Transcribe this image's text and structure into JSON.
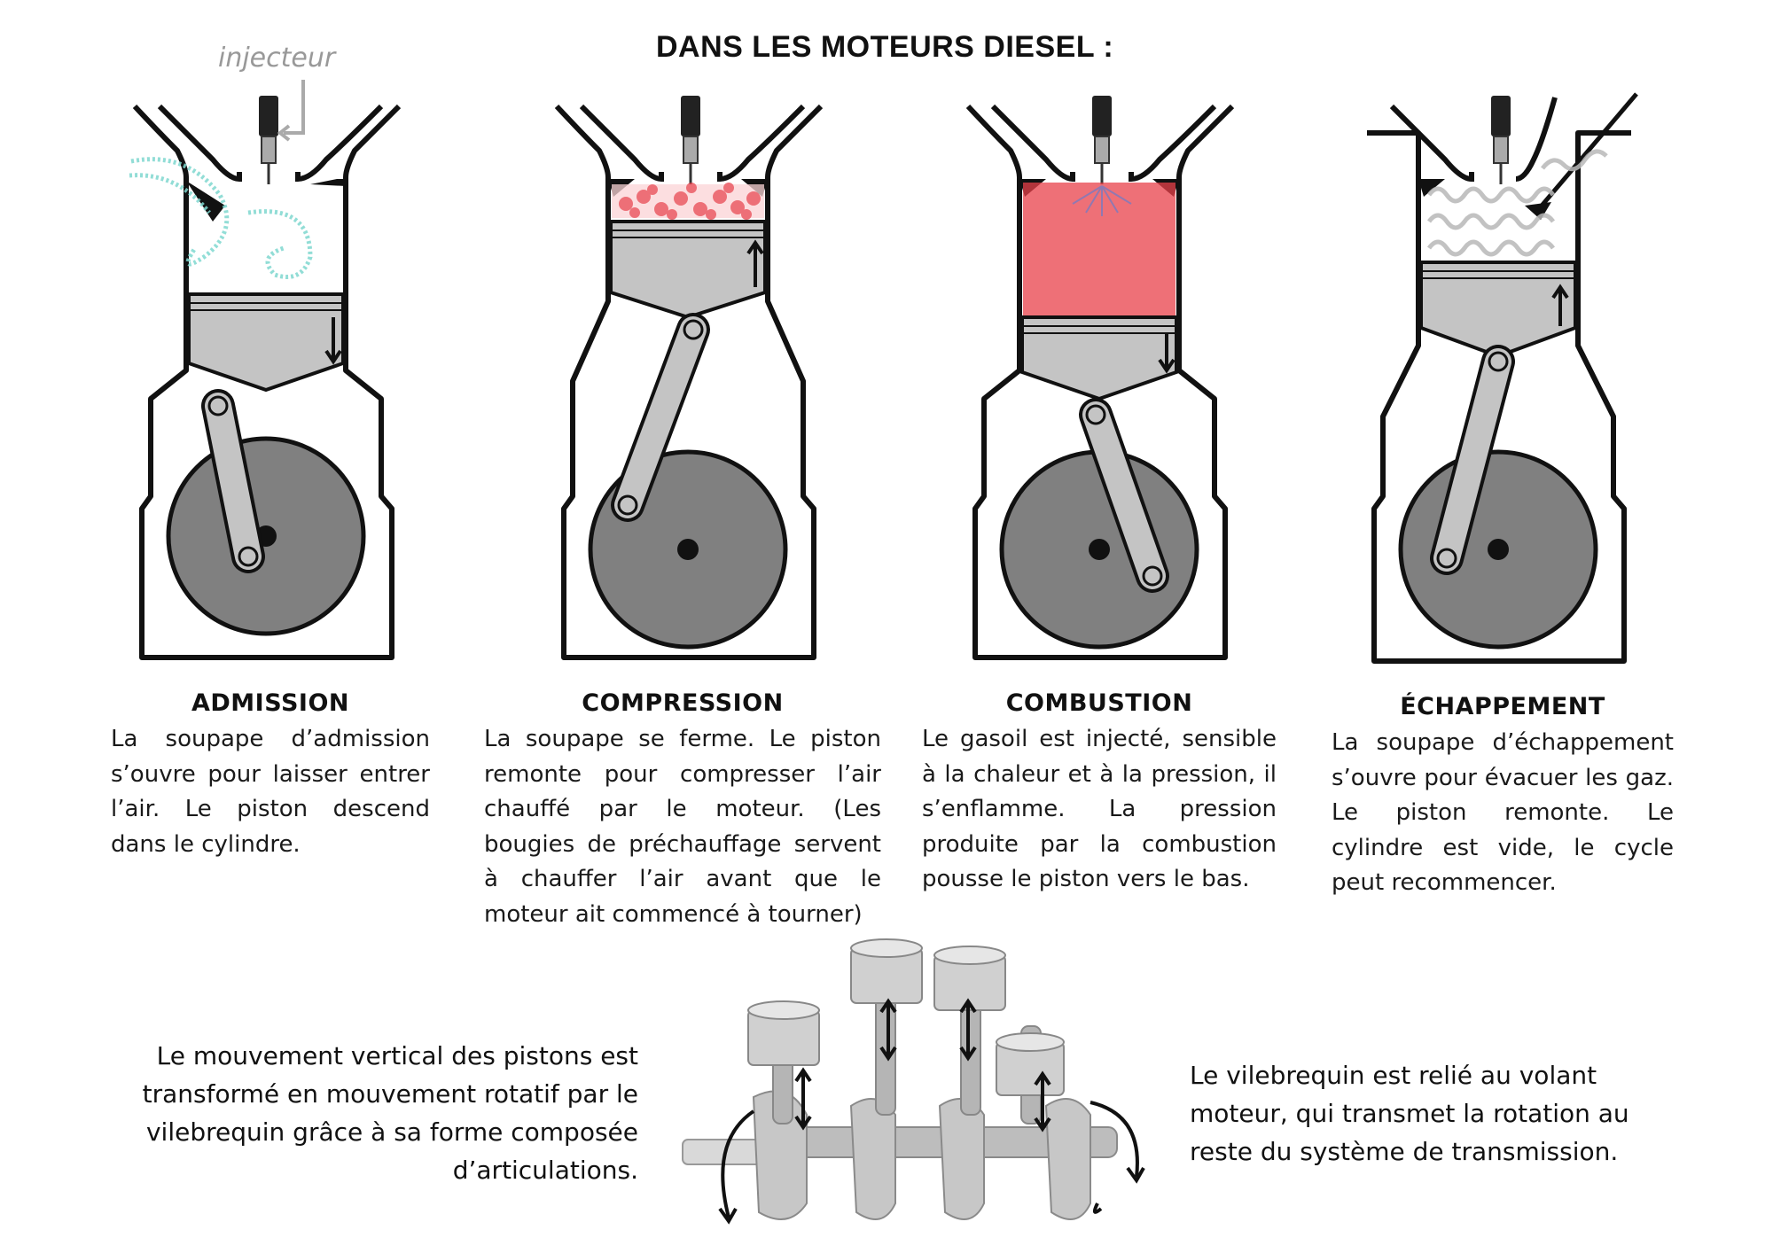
{
  "title": "DANS LES MOTEURS DIESEL :",
  "injector_label": "injecteur",
  "steps": [
    {
      "title": "ADMISSION",
      "description": "La soupape d’admission s’ouvre pour laisser entrer l’air. Le piston descend dans le cylindre."
    },
    {
      "title": "COMPRESSION",
      "description": "La soupape se ferme. Le piston remonte pour compresser l’air chauffé par le moteur. (Les bougies de préchauffage servent à chauffer l’air avant que le moteur ait commencé à tourner)"
    },
    {
      "title": "COMBUSTION",
      "description": "Le gasoil est injecté, sensible à la chaleur et à la pression, il s’enflamme. La pression produite par la combustion pousse le piston vers le bas."
    },
    {
      "title": "ÉCHAPPEMENT",
      "description": "La soupape d’échappement s’ouvre pour évacuer les gaz. Le piston remonte. Le cylindre est vide, le cycle peut recommencer."
    }
  ],
  "bottom_left_text": "Le mouvement vertical des pistons est transformé en mouvement rotatif par le vilebrequin grâce à sa forme composée d’articulations.",
  "bottom_right_text": "Le vilebrequin est relié au volant moteur, qui transmet la rotation au reste du système de transmission.",
  "colors": {
    "outline": "#111111",
    "piston_gray": "#c4c4c4",
    "crank_gray": "#808080",
    "intake_air": "#7fd8d0",
    "compressed_air": "#e8404a",
    "exhaust_gas": "#b8b8b8",
    "label_gray": "#9a9a9a"
  }
}
